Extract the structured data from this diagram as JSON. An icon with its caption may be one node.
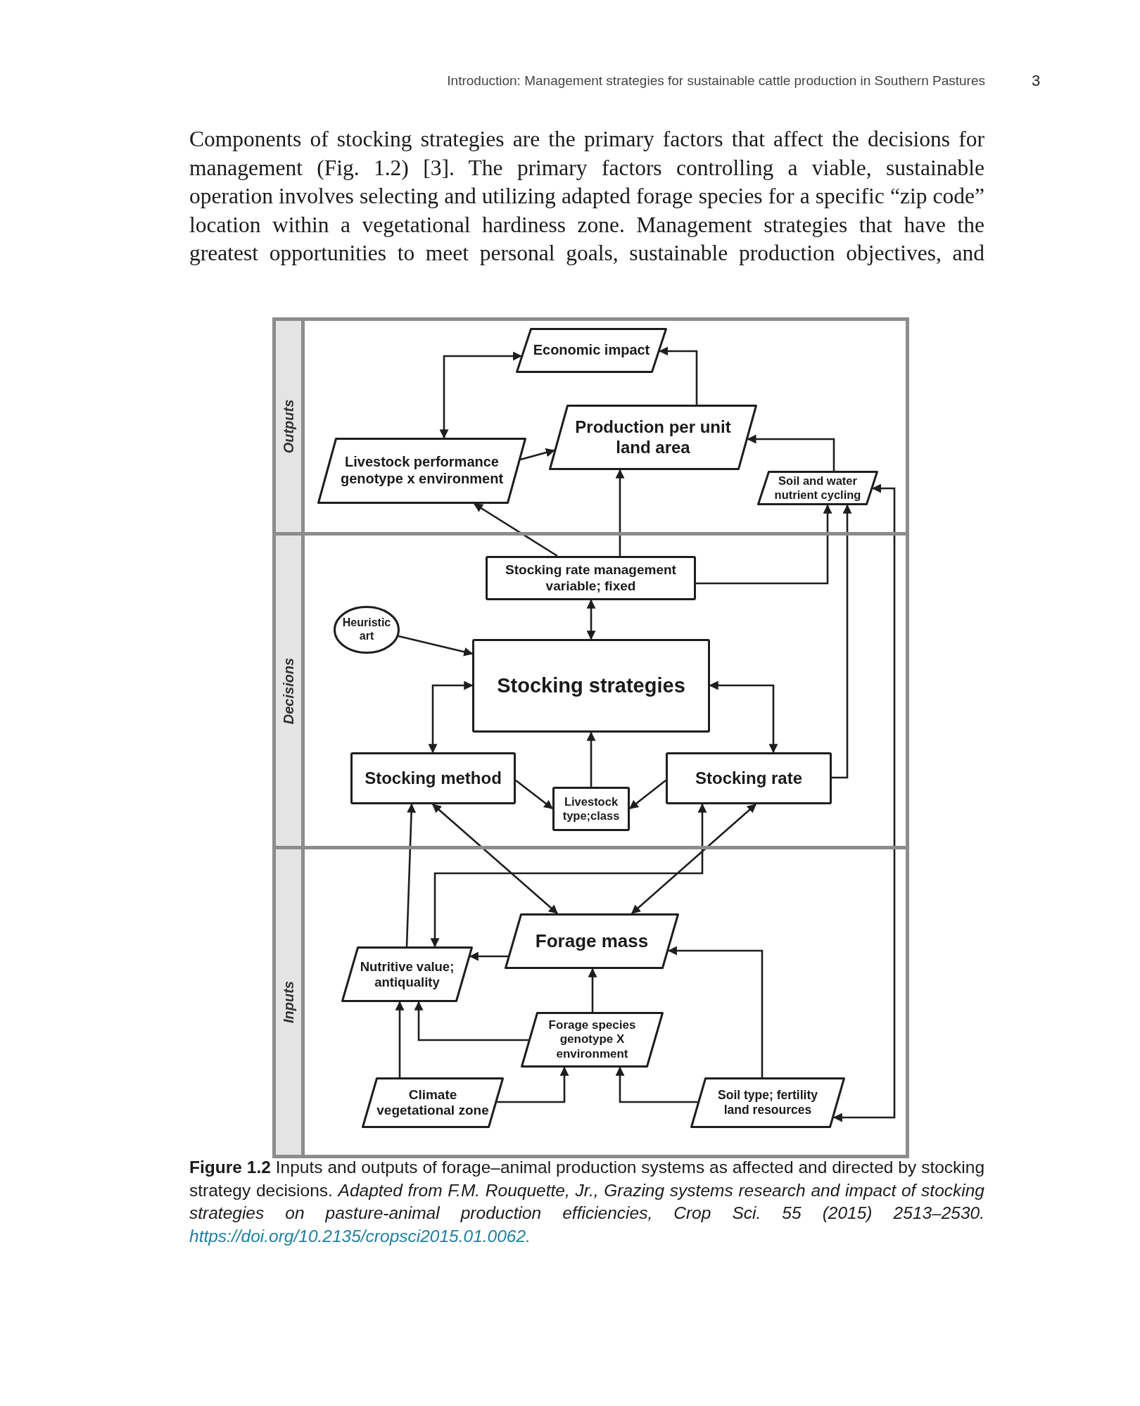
{
  "diagram": {
    "caption": "**Figure 1.2** Inputs and outputs of forage–animal production systems as affected and directed by stocking strategy decisions. *Adapted from F.M. Rouquette, Jr., Grazing systems research and impact of stocking strategies on pasture-animal production efficiencies, Crop Sci. 55 (2015) 2513–2530.*",
    "nodes": [
      {
        "text": [
          "Outputs"
        ]
      },
      {
        "text": [
          "Economic impact"
        ],
        "in": 0
      },
      {
        "text": [
          "Livestock performance genotype x environment"
        ],
        "in": 0
      },
      {
        "text": [
          "Production per unit land area"
        ],
        "in": 0
      },
      {
        "text": [
          "Soil and water nutrient cycling"
        ],
        "in": 0
      },
      {
        "text": [
          "Decisions"
        ]
      },
      {
        "text": [
          "Stocking rate management variable; fixed"
        ],
        "in": 5
      },
      {
        "text": [
          "Heuristic art"
        ],
        "in": 5
      },
      {
        "text": [
          "Stocking strategies"
        ],
        "in": 5
      },
      {
        "text": [
          "Stocking method"
        ],
        "in": 5
      },
      {
        "text": [
          "Livestock type;class"
        ],
        "in": 5
      },
      {
        "text": [
          "Stocking rate"
        ],
        "in": 5
      },
      {
        "text": [
          "Inputs"
        ]
      },
      {
        "text": [
          "Forage mass"
        ],
        "in": 12
      },
      {
        "text": [
          "Nutritive value; antiquality"
        ],
        "in": 12
      },
      {
        "text": [
          "Forage species genotype X environment"
        ],
        "in": 12
      },
      {
        "text": [
          "Climate vegetational zone"
        ],
        "in": 12
      },
      {
        "text": [
          "Soil type; fertility land resources"
        ],
        "in": 12
      }
    ],
    "edges": [
      {
        "from": 1,
        "to": 2,
        "arrow": "both"
      },
      {
        "from": 3,
        "to": 1,
        "arrow": "to"
      },
      {
        "from": 2,
        "to": 3,
        "arrow": "to"
      },
      {
        "from": 4,
        "to": 3,
        "arrow": "to"
      },
      {
        "from": 6,
        "to": 2,
        "arrow": "to"
      },
      {
        "from": 6,
        "to": 3,
        "arrow": "to"
      },
      {
        "from": 6,
        "to": 4,
        "arrow": "to"
      },
      {
        "from": 11,
        "to": 4,
        "arrow": "to"
      },
      {
        "from": 4,
        "to": 17,
        "arrow": "both"
      },
      {
        "from": 6,
        "to": 8,
        "arrow": "both"
      },
      {
        "from": 7,
        "to": 8,
        "arrow": "to"
      },
      {
        "from": 8,
        "to": 9,
        "arrow": "both"
      },
      {
        "from": 8,
        "to": 11,
        "arrow": "both"
      },
      {
        "from": 10,
        "to": 8,
        "arrow": "to"
      },
      {
        "from": 9,
        "to": 10,
        "arrow": "to"
      },
      {
        "from": 11,
        "to": 10,
        "arrow": "to"
      },
      {
        "from": 9,
        "to": 13,
        "arrow": "both"
      },
      {
        "from": 11,
        "to": 13,
        "arrow": "both"
      },
      {
        "from": 14,
        "to": 9,
        "arrow": "to"
      },
      {
        "from": 11,
        "to": 14,
        "arrow": "both"
      },
      {
        "from": 13,
        "to": 14,
        "arrow": "to"
      },
      {
        "from": 15,
        "to": 13,
        "arrow": "to"
      },
      {
        "from": 15,
        "to": 14,
        "arrow": "to"
      },
      {
        "from": 16,
        "to": 14,
        "arrow": "to"
      },
      {
        "from": 16,
        "to": 15,
        "arrow": "to"
      },
      {
        "from": 17,
        "to": 15,
        "arrow": "to"
      },
      {
        "from": 17,
        "to": 13,
        "arrow": "to"
      }
    ],
    "labels": [
      "Introduction: Management strategies for sustainable cattle production in Southern Pastures",
      "3",
      "Components of stocking strategies are the primary factors that affect the decisions for management (Fig. 1.2) [3]. The primary factors controlling a viable, sustainable operation involves selecting and utilizing adapted forage species for a specific “zip code” location within a vegetational hardiness zone. Management strategies that have the greatest opportunities to meet personal goals, sustainable production objectives, and",
      "https://doi.org/10.2135/cropsci2015.01.0062."
    ]
  }
}
